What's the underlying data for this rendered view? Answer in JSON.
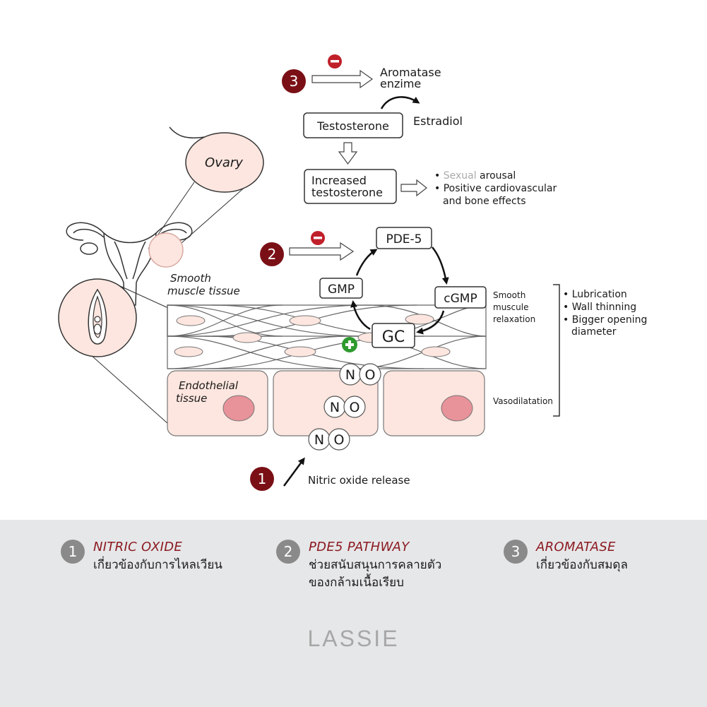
{
  "diagram": {
    "step3": {
      "number": "3",
      "enzyme_line1": "Aromatase",
      "enzyme_line2": "enzime",
      "testosterone": "Testosterone",
      "estradiol": "Estradiol",
      "increased_line1": "Increased",
      "increased_line2": "testosterone",
      "effect1_prefix": "• ",
      "effect1_highlight": "Sexual",
      "effect1_rest": " arousal",
      "effect2_line1": "• Positive cardiovascular",
      "effect2_line2": "and bone effects"
    },
    "anatomy": {
      "ovary": "Ovary",
      "smooth_line1": "Smooth",
      "smooth_line2": "muscle tissue",
      "endo_line1": "Endothelial",
      "endo_line2": "tissue"
    },
    "step2": {
      "number": "2",
      "pde5": "PDE-5",
      "gmp": "GMP",
      "cgmp": "cGMP",
      "gc": "GC",
      "relax_line1": "Smooth",
      "relax_line2": "muscule",
      "relax_line3": "relaxation",
      "vasodilatation": "Vasodilatation",
      "effects": [
        "• Lubrication",
        "• Wall thinning",
        "• Bigger opening",
        "diameter"
      ]
    },
    "step1": {
      "number": "1",
      "no_n": "N",
      "no_o": "O",
      "release": "Nitric oxide release"
    },
    "symbols": {
      "minus": "−",
      "plus": "+"
    },
    "colors": {
      "step_circle": "#7a1016",
      "inhibit": "#c0202a",
      "activate": "#2e9a2e",
      "tissue_fill": "#fde6df",
      "nucleus_fill": "#e8929a",
      "highlight_gray": "#aaaaaa"
    }
  },
  "footer": {
    "items": [
      {
        "number": "1",
        "title": "NITRIC OXIDE",
        "desc_line1": "เกี่ยวข้องกับการไหลเวียน",
        "desc_line2": ""
      },
      {
        "number": "2",
        "title": "PDE5 PATHWAY",
        "desc_line1": "ช่วยสนับสนุนการคลายตัว",
        "desc_line2": "ของกล้ามเนื้อเรียบ"
      },
      {
        "number": "3",
        "title": "AROMATASE",
        "desc_line1": "เกี่ยวข้องกับสมดุล",
        "desc_line2": ""
      }
    ],
    "brand": "LASSIE",
    "colors": {
      "background": "#e6e7e9",
      "badge": "#8a8a8a",
      "title": "#8b1a1f"
    }
  }
}
